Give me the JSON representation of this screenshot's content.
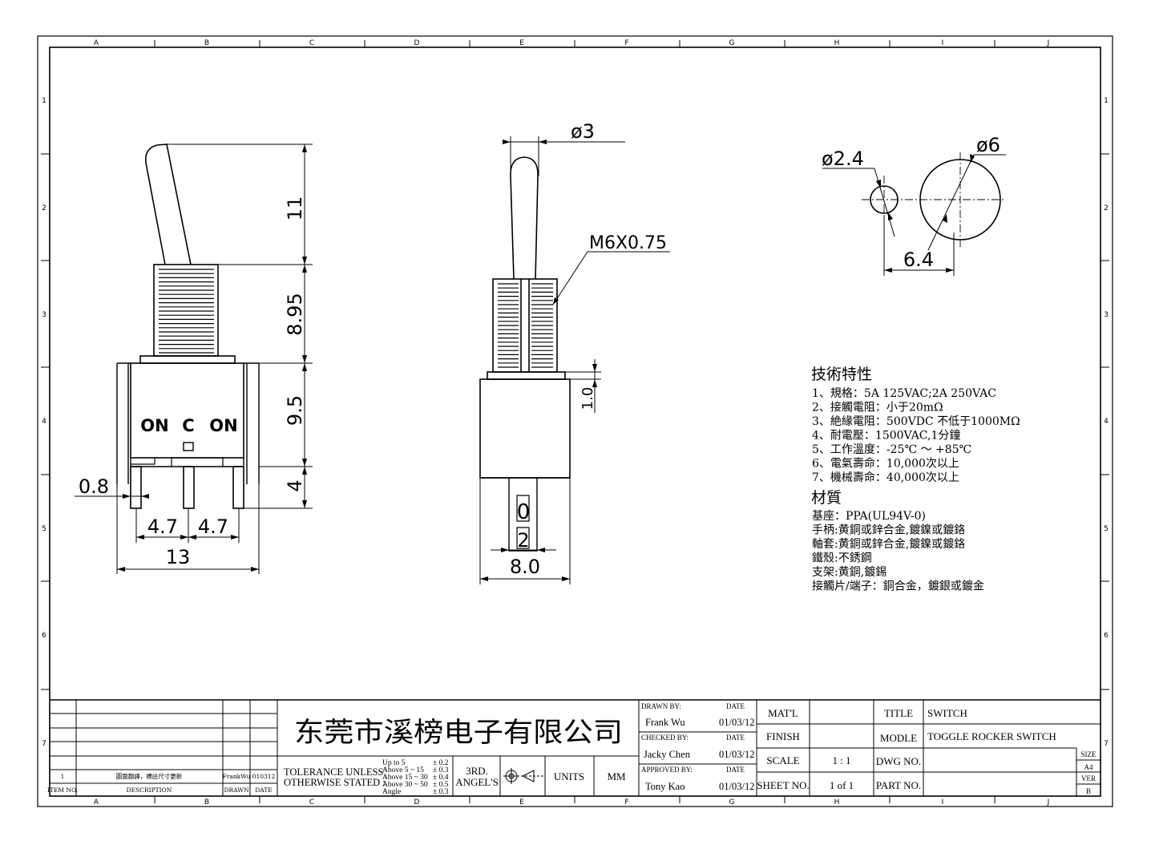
{
  "frame": {
    "columns": [
      "A",
      "B",
      "C",
      "D",
      "E",
      "F",
      "G",
      "H",
      "I",
      "J"
    ],
    "rows": [
      "1",
      "2",
      "3",
      "4",
      "5",
      "6",
      "7"
    ]
  },
  "front_view": {
    "labels": [
      "ON",
      "C",
      "ON"
    ],
    "dimensions": {
      "handle": "11",
      "bushing": "8.95",
      "body": "9.5",
      "terminal_length": "4",
      "terminal_width": "0.8",
      "pitch_left": "4.7",
      "pitch_right": "4.7",
      "overall_width": "13"
    }
  },
  "side_view": {
    "dimensions": {
      "lever_diameter": "ø3",
      "thread": "M6X0.75",
      "nut_height": "1.0",
      "terminal_thickness": "0",
      "terminal_width": "2",
      "body_depth": "8.0"
    }
  },
  "panel_cutout": {
    "small_hole": "ø2.4",
    "large_hole": "ø6",
    "spacing": "6.4"
  },
  "specs": {
    "heading": "技術特性",
    "items": [
      "1、規格：5A 125VAC;2A 250VAC",
      "2、接觸電阻：小于20mΩ",
      "3、絶緣電阻：500VDC 不低于1000MΩ",
      "4、耐電壓：1500VAC,1分鐘",
      "5、工作溫度：-25℃ ～ +85℃",
      "6、電氣壽命：10,000次以上",
      "7、機械壽命：40,000次以上"
    ],
    "material_heading": "材質",
    "materials": [
      "基座：PPA(UL94V-0)",
      "手柄:黄銅或鋅合金,鍍鎳或鍍鉻",
      "軸套:黄銅或鋅合金,鍍鎳或鍍鉻",
      "鐵殼:不銹鋼",
      "支架:黄銅,鍍錫",
      "接觸片/端子：銅合金，鍍銀或鍍金"
    ]
  },
  "title_block": {
    "company": "东莞市溪榜电子有限公司",
    "revision": {
      "item": "1",
      "description": "圖面翻譯，標註尺寸更新",
      "drawn": "FrankWu",
      "date": "010312"
    },
    "rev_headers": {
      "item": "ITEM NO.",
      "description": "DESCRIPTION",
      "drawn": "DRAWN",
      "date": "DATE"
    },
    "tolerance": {
      "line1": "TOLERANCE UNLESS",
      "line2": "OTHERWISE STATED :",
      "ranges": [
        "Up  to  5",
        "Above 5  ~ 15",
        "Above 15 ~ 30",
        "Above 30 ~ 50",
        "Angle"
      ],
      "values": [
        "± 0.2",
        "± 0.3",
        "± 0.4",
        "± 0.5",
        "± 0.3"
      ]
    },
    "projection": {
      "line1": "3RD.",
      "line2": "ANGEL'S"
    },
    "units_label": "UNITS",
    "units_value": "MM",
    "drawn_by_label": "DRAWN BY:",
    "drawn_by": "Frank Wu",
    "drawn_date": "01/03/12",
    "checked_by_label": "CHECKED BY:",
    "checked_by": "Jacky Chen",
    "checked_date": "01/03/12",
    "approved_by_label": "APPROVED BY:",
    "approved_by": "Tony Kao",
    "approved_date": "01/03/12",
    "date_label": "DATE",
    "matl_label": "MAT'L",
    "finish_label": "FINISH",
    "scale_label": "SCALE",
    "scale_value": "1 : 1",
    "sheet_label": "SHEET NO.",
    "sheet_value": "1 of 1",
    "title_label": "TITLE",
    "title_value": "SWITCH",
    "model_label": "MODLE",
    "model_value": "TOGGLE ROCKER SWITCH",
    "dwg_label": "DWG NO.",
    "part_label": "PART NO.",
    "size_label": "SIZE",
    "size_value": "A4",
    "ver_label": "VER",
    "ver_value": "B"
  }
}
